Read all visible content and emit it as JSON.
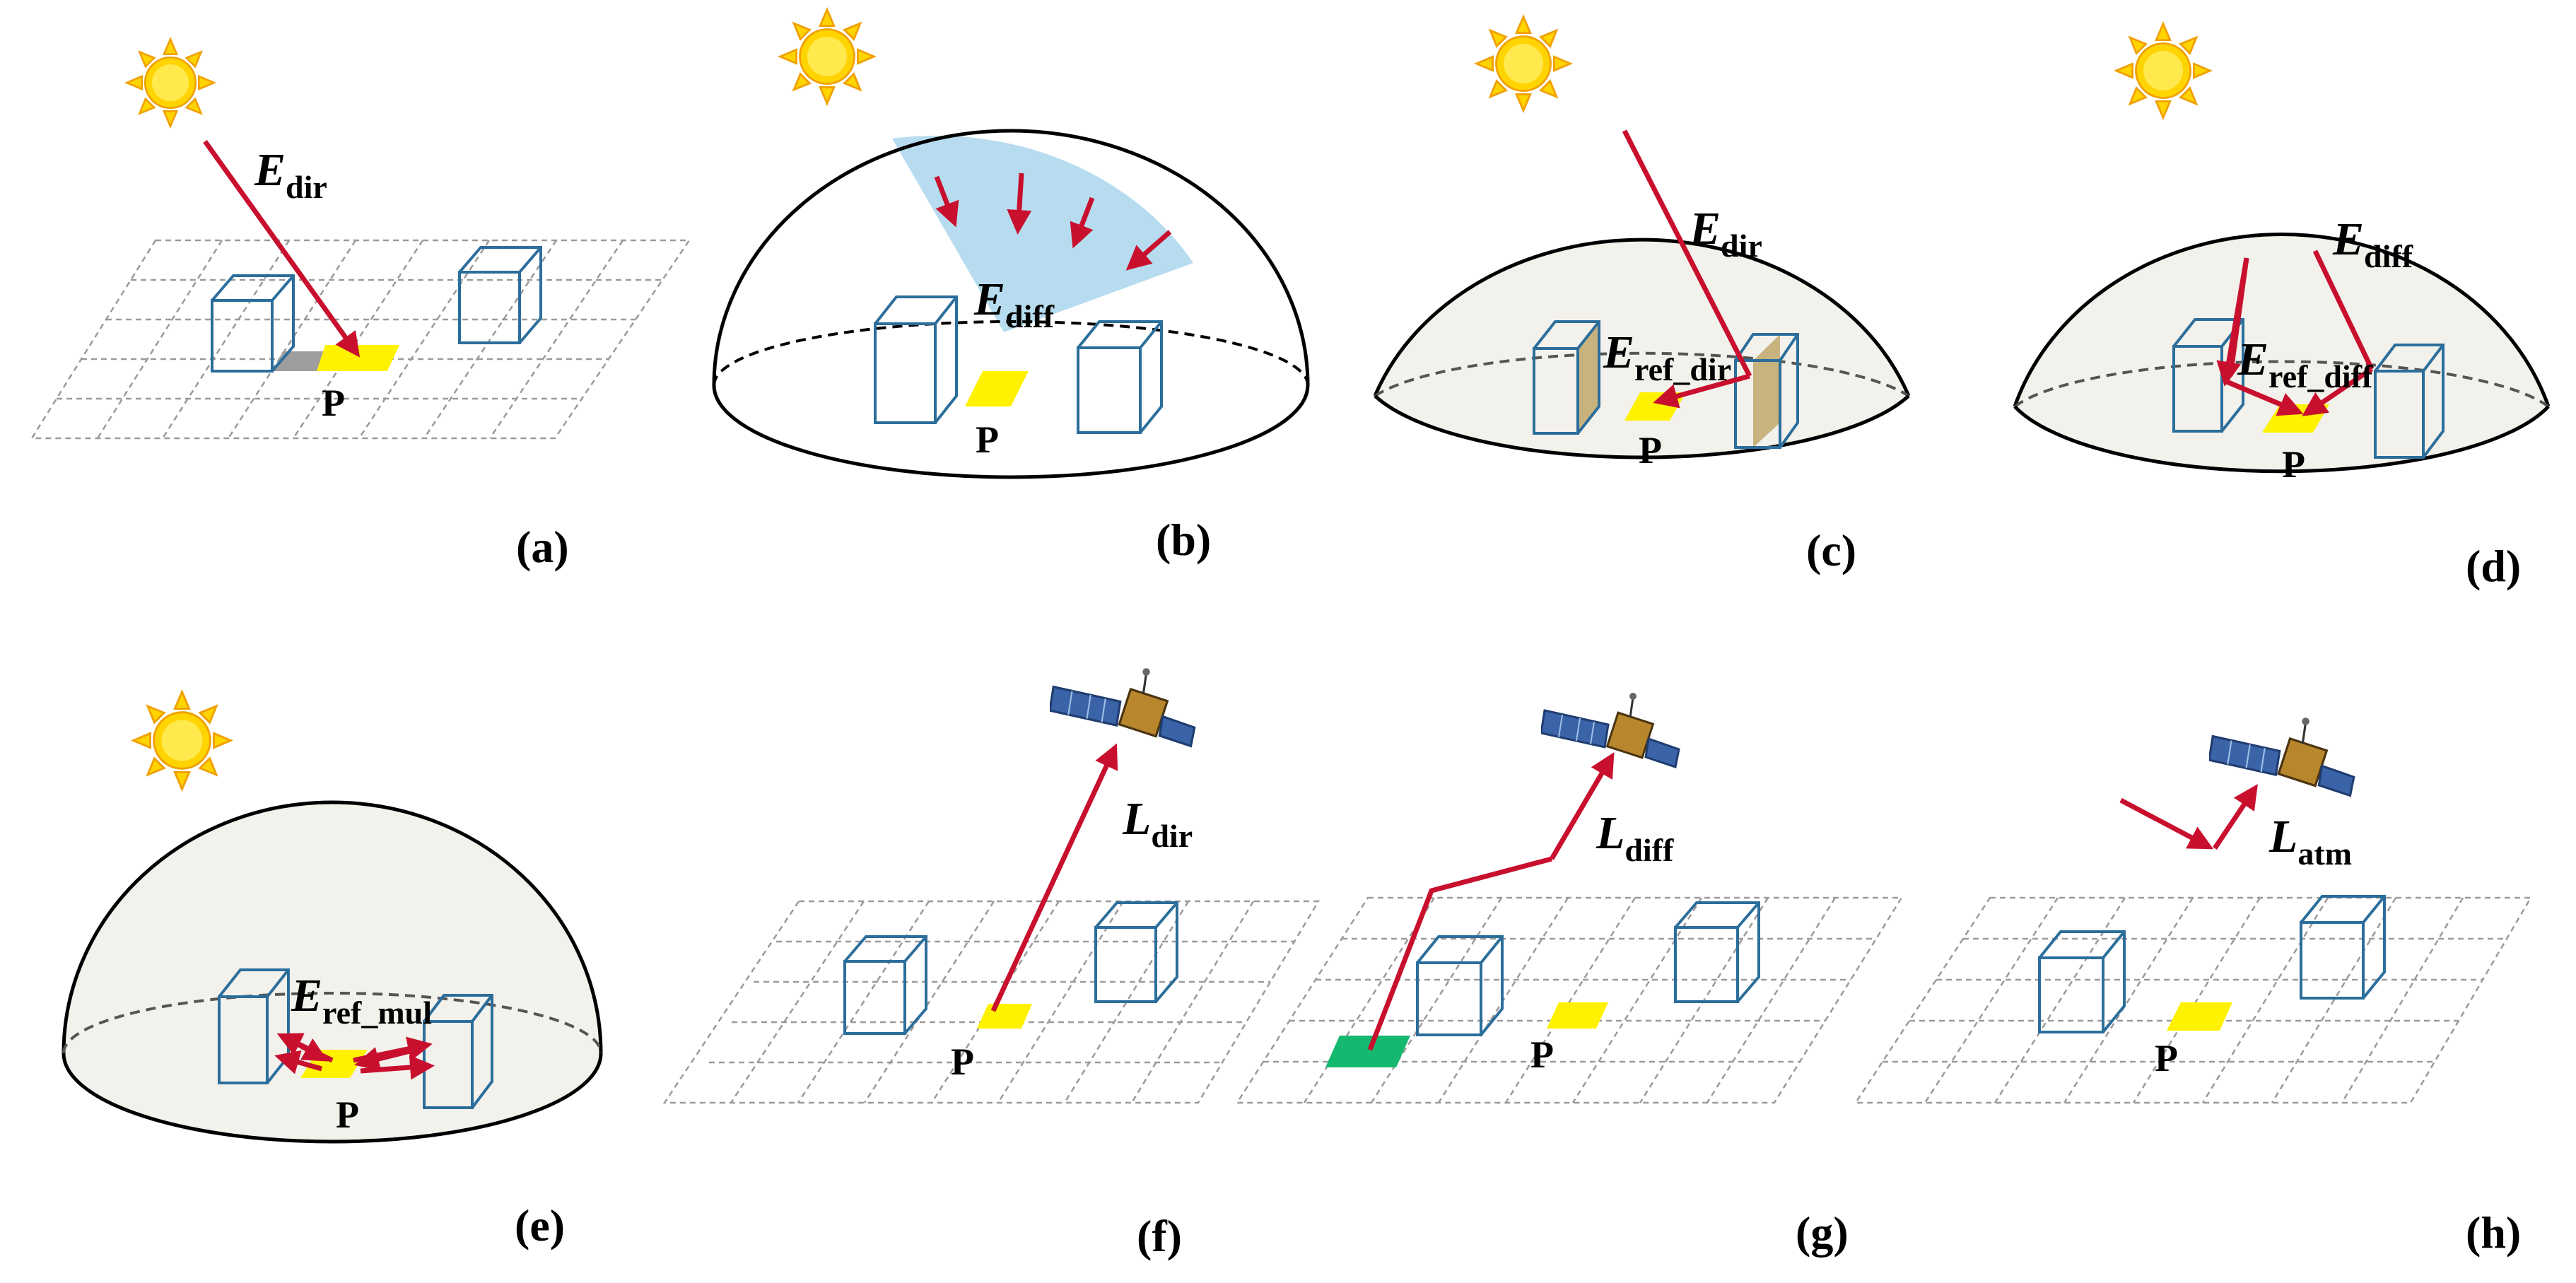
{
  "figure": {
    "colors": {
      "arrow": "#c8102e",
      "box": "#2c6e9b",
      "grid": "#9a9a9a",
      "pixel_target": "#fff200",
      "pixel_shadow": "#9e9e9e",
      "pixel_neighbor": "#14b86e",
      "sun": "#ffd400",
      "sun_edge": "#f0a000",
      "sky_sector": "#b7dcef",
      "dome_fill": "#f3f1ec",
      "dome_wall_lit": "#c8b27e"
    },
    "point_label": "P",
    "panels": [
      {
        "label": "(a)",
        "symbol": "E",
        "subscript": "dir",
        "icon": "sun-icon",
        "scene": "grid"
      },
      {
        "label": "(b)",
        "symbol": "E",
        "subscript": "diff",
        "icon": "sun-icon",
        "scene": "dome"
      },
      {
        "label": "(c)",
        "symbol": "E",
        "subscript": "dir",
        "symbol2": "E",
        "subscript2": "ref_dir",
        "icon": "sun-icon",
        "scene": "dome"
      },
      {
        "label": "(d)",
        "symbol": "E",
        "subscript": "diff",
        "symbol2": "E",
        "subscript2": "ref_diff",
        "icon": "sun-icon",
        "scene": "dome"
      },
      {
        "label": "(e)",
        "symbol": "E",
        "subscript": "ref_mul",
        "icon": "sun-icon",
        "scene": "dome"
      },
      {
        "label": "(f)",
        "symbol": "L",
        "subscript": "dir",
        "icon": "satellite-icon",
        "scene": "grid"
      },
      {
        "label": "(g)",
        "symbol": "L",
        "subscript": "diff",
        "icon": "satellite-icon",
        "scene": "grid"
      },
      {
        "label": "(h)",
        "symbol": "L",
        "subscript": "atm",
        "icon": "satellite-icon",
        "scene": "grid"
      }
    ]
  }
}
